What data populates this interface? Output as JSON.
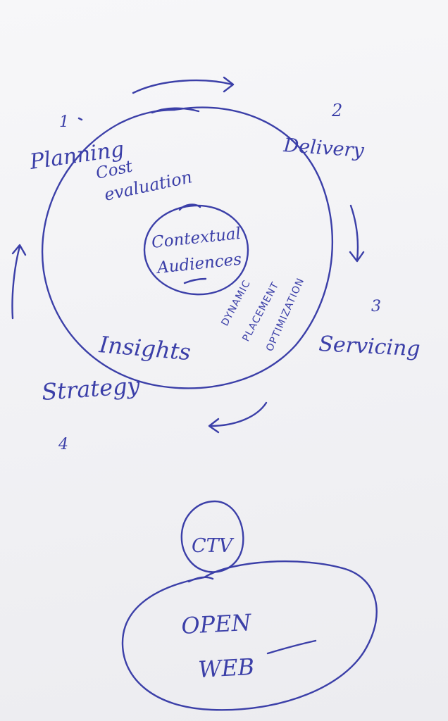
{
  "colors": {
    "ink": "#3b3fa8",
    "paper": "#f3f3f5"
  },
  "cycle": {
    "steps": [
      {
        "number": "1",
        "label": "Planning"
      },
      {
        "number": "2",
        "label": "Delivery"
      },
      {
        "number": "3",
        "label": "Servicing"
      },
      {
        "number": "4",
        "label": "Strategy"
      }
    ],
    "cost_line1": "Cost",
    "cost_line2": "evaluation",
    "center_line1": "Contextual",
    "center_line2": "Audiences",
    "insights": "Insights",
    "dpo_line1": "DYNAMIC",
    "dpo_line2": "PLACEMENT",
    "dpo_line3": "OPTIMIZATION"
  },
  "channels": {
    "ctv": "CTV",
    "open_line1": "OPEN",
    "open_line2": "WEB"
  }
}
